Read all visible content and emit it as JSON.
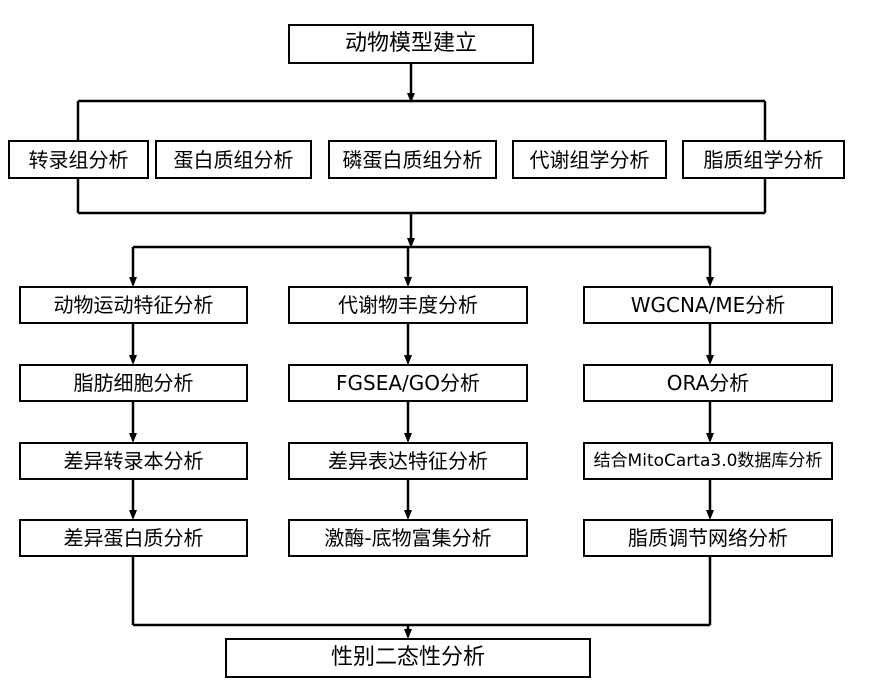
{
  "diagram": {
    "title_node": {
      "label": "动物模型建立"
    },
    "omics_row": {
      "items": [
        {
          "label": "转录组分析"
        },
        {
          "label": "蛋白质组分析"
        },
        {
          "label": "磷蛋白质组分析"
        },
        {
          "label": "代谢组学分析"
        },
        {
          "label": "脂质组学分析"
        }
      ]
    },
    "columns": [
      {
        "name": "column-1",
        "items": [
          {
            "label": "动物运动特征分析"
          },
          {
            "label": "脂肪细胞分析"
          },
          {
            "label": "差异转录本分析"
          },
          {
            "label": "差异蛋白质分析"
          }
        ]
      },
      {
        "name": "column-2",
        "items": [
          {
            "label": "代谢物丰度分析"
          },
          {
            "label": "FGSEA/GO分析"
          },
          {
            "label": "差异表达特征分析"
          },
          {
            "label": "激酶-底物富集分析"
          }
        ]
      },
      {
        "name": "column-3",
        "items": [
          {
            "label": "WGCNA/ME分析"
          },
          {
            "label": "ORA分析"
          },
          {
            "label": "结合MitoCarta3.0数据库分析"
          },
          {
            "label": "脂质调节网络分析"
          }
        ]
      }
    ],
    "final_node": {
      "label": "性别二态性分析"
    },
    "colors": {
      "stroke": "#000000",
      "fill": "#ffffff",
      "text": "#000000"
    }
  }
}
